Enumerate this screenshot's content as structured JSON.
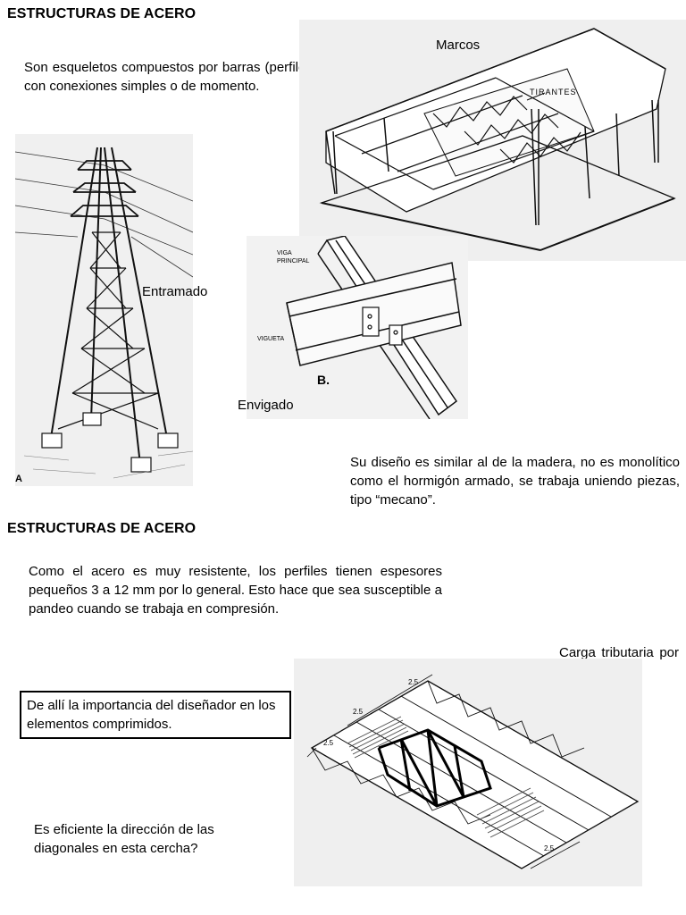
{
  "section1": {
    "heading": "ESTRUCTURAS DE ACERO",
    "intro": "Son esqueletos compuestos por barras (perfiles), con conexiones simples o de momento.",
    "frames_label": "Marcos",
    "frames_tag": "TIRANTES",
    "tower_label": "Entramado",
    "tower_corner": "A",
    "beam_label": "Envigado",
    "beam_tag_main": "VIGA PRINCIPAL",
    "beam_tag_joist": "VIGUETA",
    "beam_corner": "B.",
    "design_note": "Su diseño es similar al de la madera, no es monolítico como el hormigón armado, se trabaja uniendo piezas, tipo “mecano”."
  },
  "section2": {
    "heading": "ESTRUCTURAS DE ACERO",
    "paragraph": "Como el acero es muy resistente, los perfiles tienen espesores pequeños 3 a 12 mm por lo general. Esto hace que sea susceptible a pandeo cuando se trabaja en compresión.",
    "boxed_note": "De allí la importancia del diseñador en los elementos comprimidos.",
    "tributary_label": "Carga tributaria por cercha",
    "question": "Es eficiente la dirección de las diagonales en esta cercha?",
    "dimensions": [
      "2.5",
      "2.5",
      "2.5",
      "2.5"
    ]
  }
}
